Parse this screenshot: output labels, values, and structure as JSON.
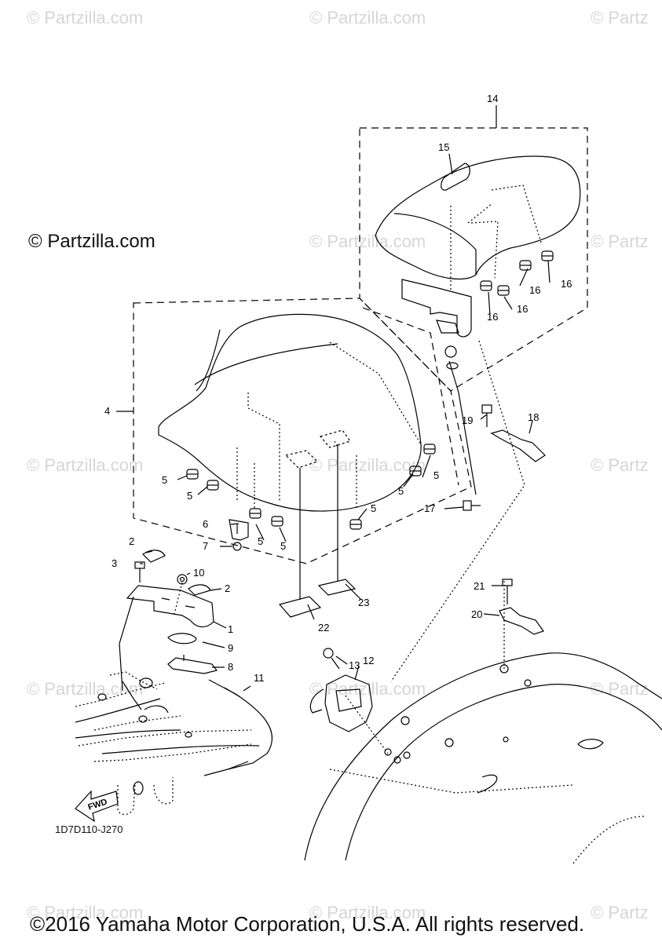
{
  "watermarks": {
    "w1": "© Partzilla.com",
    "w2": "© Partzilla.com",
    "w3": "© Partz",
    "w4": "© Partzilla.com",
    "w5": "© Partz",
    "w6": "© Partzilla.com",
    "w7": "© Partzilla.com",
    "w8": "© Partz",
    "w9": "© Partzilla.com",
    "w10": "© Partzilla.com",
    "w11": "© Partz",
    "w12": "© Partzilla.com",
    "w13": "© Partzilla.com",
    "w14": "© Partz"
  },
  "copyright_top": "© Partzilla.com",
  "copyright_bottom": "©2016 Yamaha Motor Corporation, U.S.A. All rights reserved.",
  "diagram_code": "1D7D110-J270",
  "fwd_label": "FWD",
  "callouts": {
    "c1": "1",
    "c2a": "2",
    "c2b": "2",
    "c3": "3",
    "c4": "4",
    "c5a": "5",
    "c5b": "5",
    "c5c": "5",
    "c5d": "5",
    "c5e": "5",
    "c5f": "5",
    "c5g": "5",
    "c6": "6",
    "c7": "7",
    "c8": "8",
    "c9": "9",
    "c10": "10",
    "c11": "11",
    "c12": "12",
    "c13": "13",
    "c14": "14",
    "c15": "15",
    "c16a": "16",
    "c16b": "16",
    "c16c": "16",
    "c16d": "16",
    "c17": "17",
    "c18": "18",
    "c19": "19",
    "c20": "20",
    "c21": "21",
    "c22": "22",
    "c23": "23"
  },
  "colors": {
    "line": "#000000",
    "watermark": "#d6d6d6",
    "background": "#ffffff"
  }
}
